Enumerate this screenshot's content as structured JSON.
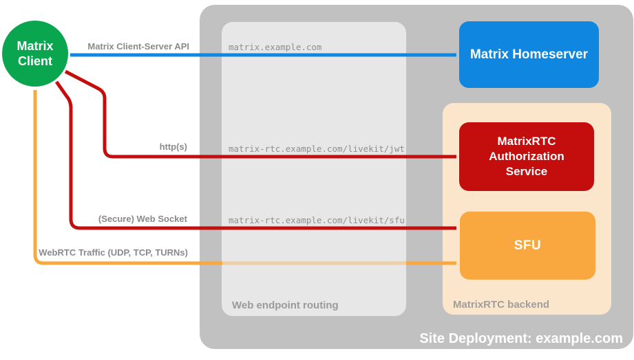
{
  "diagram_title": "Site Deployment: example.com",
  "client_node": {
    "line1": "Matrix",
    "line2": "Client",
    "color": "#0aa64f"
  },
  "nodes": {
    "homeserver": {
      "label": "Matrix Homeserver",
      "color": "#0f87e0"
    },
    "auth": {
      "label": "MatrixRTC Authorization Service",
      "color": "#c40e0e"
    },
    "sfu": {
      "label": "SFU",
      "color": "#f9a83f"
    }
  },
  "routing_panel": {
    "label": "Web endpoint routing",
    "background": "#e7e7e7",
    "endpoints": [
      "matrix.example.com",
      "matrix-rtc.example.com/livekit/jwt",
      "matrix-rtc.example.com/livekit/sfu"
    ]
  },
  "backend_panel": {
    "label": "MatrixRTC backend",
    "background": "#fbe6cb"
  },
  "site_container": {
    "label": "Site Deployment: example.com",
    "background": "#c1c1c1"
  },
  "arrows": [
    {
      "name": "client-server-api",
      "label": "Matrix Client-Server API",
      "from": "Matrix Client",
      "to": "Matrix Homeserver",
      "endpoint": "matrix.example.com",
      "color": "#0f87e0",
      "bidirectional": true
    },
    {
      "name": "https",
      "label": "http(s)",
      "from": "Matrix Client",
      "to": "MatrixRTC Authorization Service",
      "endpoint": "matrix-rtc.example.com/livekit/jwt",
      "color": "#c40e0e",
      "bidirectional": true
    },
    {
      "name": "secure-web-socket",
      "label": "(Secure) Web Socket",
      "from": "Matrix Client",
      "to": "SFU",
      "endpoint": "matrix-rtc.example.com/livekit/sfu",
      "color": "#c40e0e",
      "bidirectional": true
    },
    {
      "name": "webrtc-traffic",
      "label": "WebRTC Traffic (UDP, TCP, TURNs)",
      "from": "Matrix Client",
      "to": "SFU",
      "color": "#f9a83f",
      "bidirectional": true
    }
  ]
}
